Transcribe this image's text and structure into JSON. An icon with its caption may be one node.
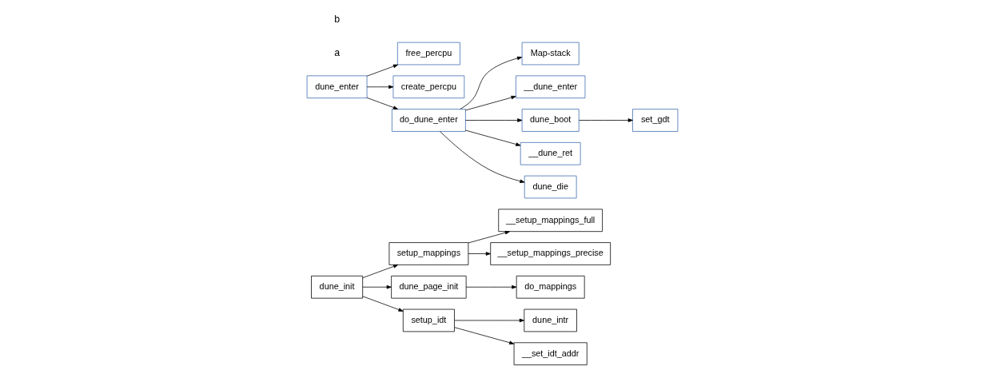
{
  "diagram": {
    "nodes": [
      {
        "text": [
          "dune_init"
        ]
      },
      {
        "text": [
          "setup_mappings"
        ]
      },
      {
        "text": [
          "__setup_mappings_full"
        ]
      },
      {
        "text": [
          "__setup_mappings_precise"
        ]
      },
      {
        "text": [
          "dune_page_init"
        ]
      },
      {
        "text": [
          "do_mappings"
        ]
      },
      {
        "text": [
          "setup_idt"
        ]
      },
      {
        "text": [
          "dune_intr"
        ]
      },
      {
        "text": [
          "__set_idt_addr"
        ]
      },
      {
        "text": [
          "dune_enter"
        ]
      },
      {
        "text": [
          "free_percpu"
        ]
      },
      {
        "text": [
          "create_percpu"
        ]
      },
      {
        "text": [
          "do_dune_enter"
        ]
      },
      {
        "text": [
          "Map-stack"
        ]
      },
      {
        "text": [
          "__dune_enter"
        ]
      },
      {
        "text": [
          "dune_boot"
        ]
      },
      {
        "text": [
          "set_gdt"
        ]
      },
      {
        "text": [
          "__dune_ret"
        ]
      },
      {
        "text": [
          "dune_die"
        ]
      }
    ],
    "edges": [
      {
        "from": 0,
        "to": 1,
        "arrow": "to"
      },
      {
        "from": 0,
        "to": 4,
        "arrow": "to"
      },
      {
        "from": 0,
        "to": 6,
        "arrow": "to"
      },
      {
        "from": 1,
        "to": 2,
        "arrow": "to"
      },
      {
        "from": 1,
        "to": 3,
        "arrow": "to"
      },
      {
        "from": 4,
        "to": 5,
        "arrow": "to"
      },
      {
        "from": 6,
        "to": 7,
        "arrow": "to"
      },
      {
        "from": 6,
        "to": 8,
        "arrow": "to"
      },
      {
        "from": 9,
        "to": 10,
        "arrow": "to"
      },
      {
        "from": 9,
        "to": 11,
        "arrow": "to"
      },
      {
        "from": 9,
        "to": 12,
        "arrow": "to"
      },
      {
        "from": 12,
        "to": 13,
        "arrow": "to"
      },
      {
        "from": 12,
        "to": 14,
        "arrow": "to"
      },
      {
        "from": 12,
        "to": 15,
        "arrow": "to"
      },
      {
        "from": 15,
        "to": 16,
        "arrow": "to"
      },
      {
        "from": 12,
        "to": 17,
        "arrow": "to"
      },
      {
        "from": 12,
        "to": 18,
        "arrow": "to"
      }
    ],
    "labels": [
      "a",
      "b"
    ]
  }
}
